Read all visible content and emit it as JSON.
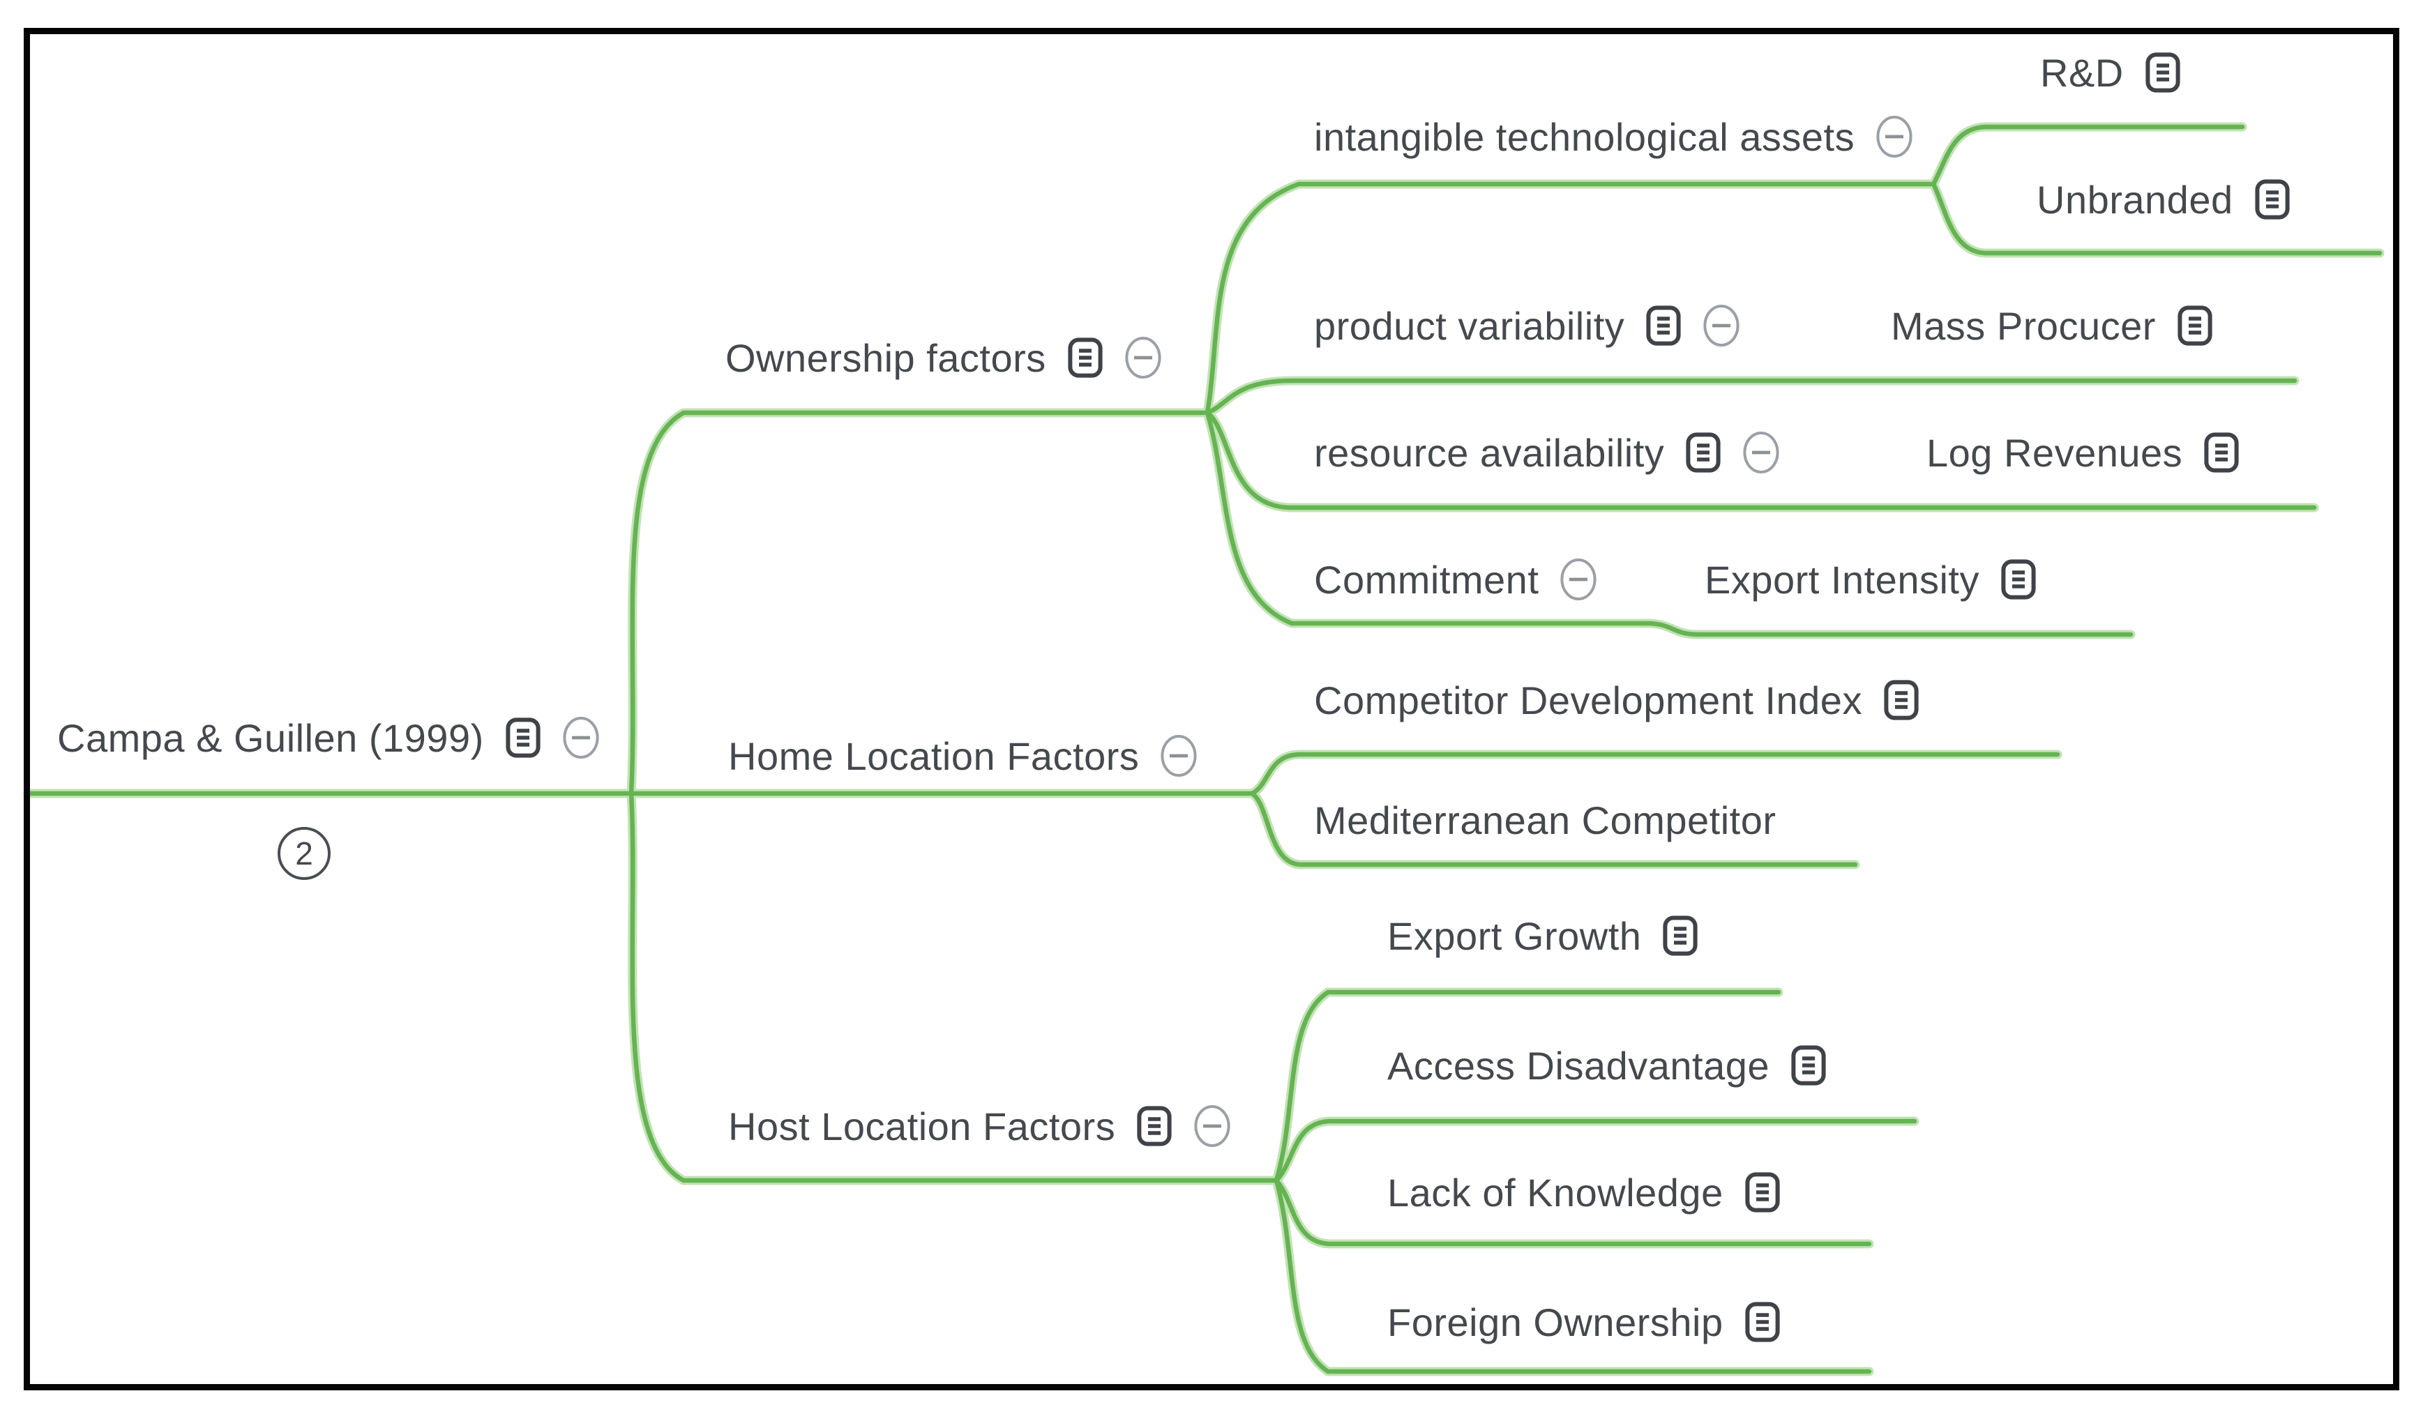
{
  "app": {
    "type": "mind-map screenshot",
    "framed": true
  },
  "colors": {
    "branch_green": "#64b551",
    "branch_green_halo": "#c3e3b6",
    "text": "#45494e",
    "note_icon": "#3f4347",
    "collapse_icon_stroke": "#9aa0a5",
    "badge_outline": "#4a4e52",
    "frame_border": "#050505",
    "background": "#ffffff"
  },
  "root_badge": "2",
  "tree": {
    "label": "Campa & Guillen (1999)",
    "has_note": true,
    "has_collapse": true,
    "children": [
      {
        "label": "Ownership factors",
        "has_note": true,
        "has_collapse": true,
        "children": [
          {
            "label": "intangible technological assets",
            "has_note": false,
            "has_collapse": true,
            "children": [
              {
                "label": "R&D",
                "has_note": true
              },
              {
                "label": "Unbranded",
                "has_note": true
              }
            ]
          },
          {
            "label": "product variability",
            "has_note": true,
            "has_collapse": true,
            "children": [
              {
                "label": "Mass Procucer",
                "has_note": true
              }
            ]
          },
          {
            "label": "resource availability",
            "has_note": true,
            "has_collapse": true,
            "children": [
              {
                "label": "Log Revenues",
                "has_note": true
              }
            ]
          },
          {
            "label": "Commitment",
            "has_note": false,
            "has_collapse": true,
            "children": [
              {
                "label": "Export Intensity",
                "has_note": true
              }
            ]
          }
        ]
      },
      {
        "label": "Home Location Factors",
        "has_note": false,
        "has_collapse": true,
        "children": [
          {
            "label": "Competitor Development Index",
            "has_note": true
          },
          {
            "label": "Mediterranean Competitor",
            "has_note": false
          }
        ]
      },
      {
        "label": "Host Location Factors",
        "has_note": true,
        "has_collapse": true,
        "children": [
          {
            "label": "Export Growth",
            "has_note": true
          },
          {
            "label": "Access Disadvantage",
            "has_note": true
          },
          {
            "label": "Lack of Knowledge",
            "has_note": true
          },
          {
            "label": "Foreign Ownership",
            "has_note": true
          }
        ]
      }
    ]
  }
}
